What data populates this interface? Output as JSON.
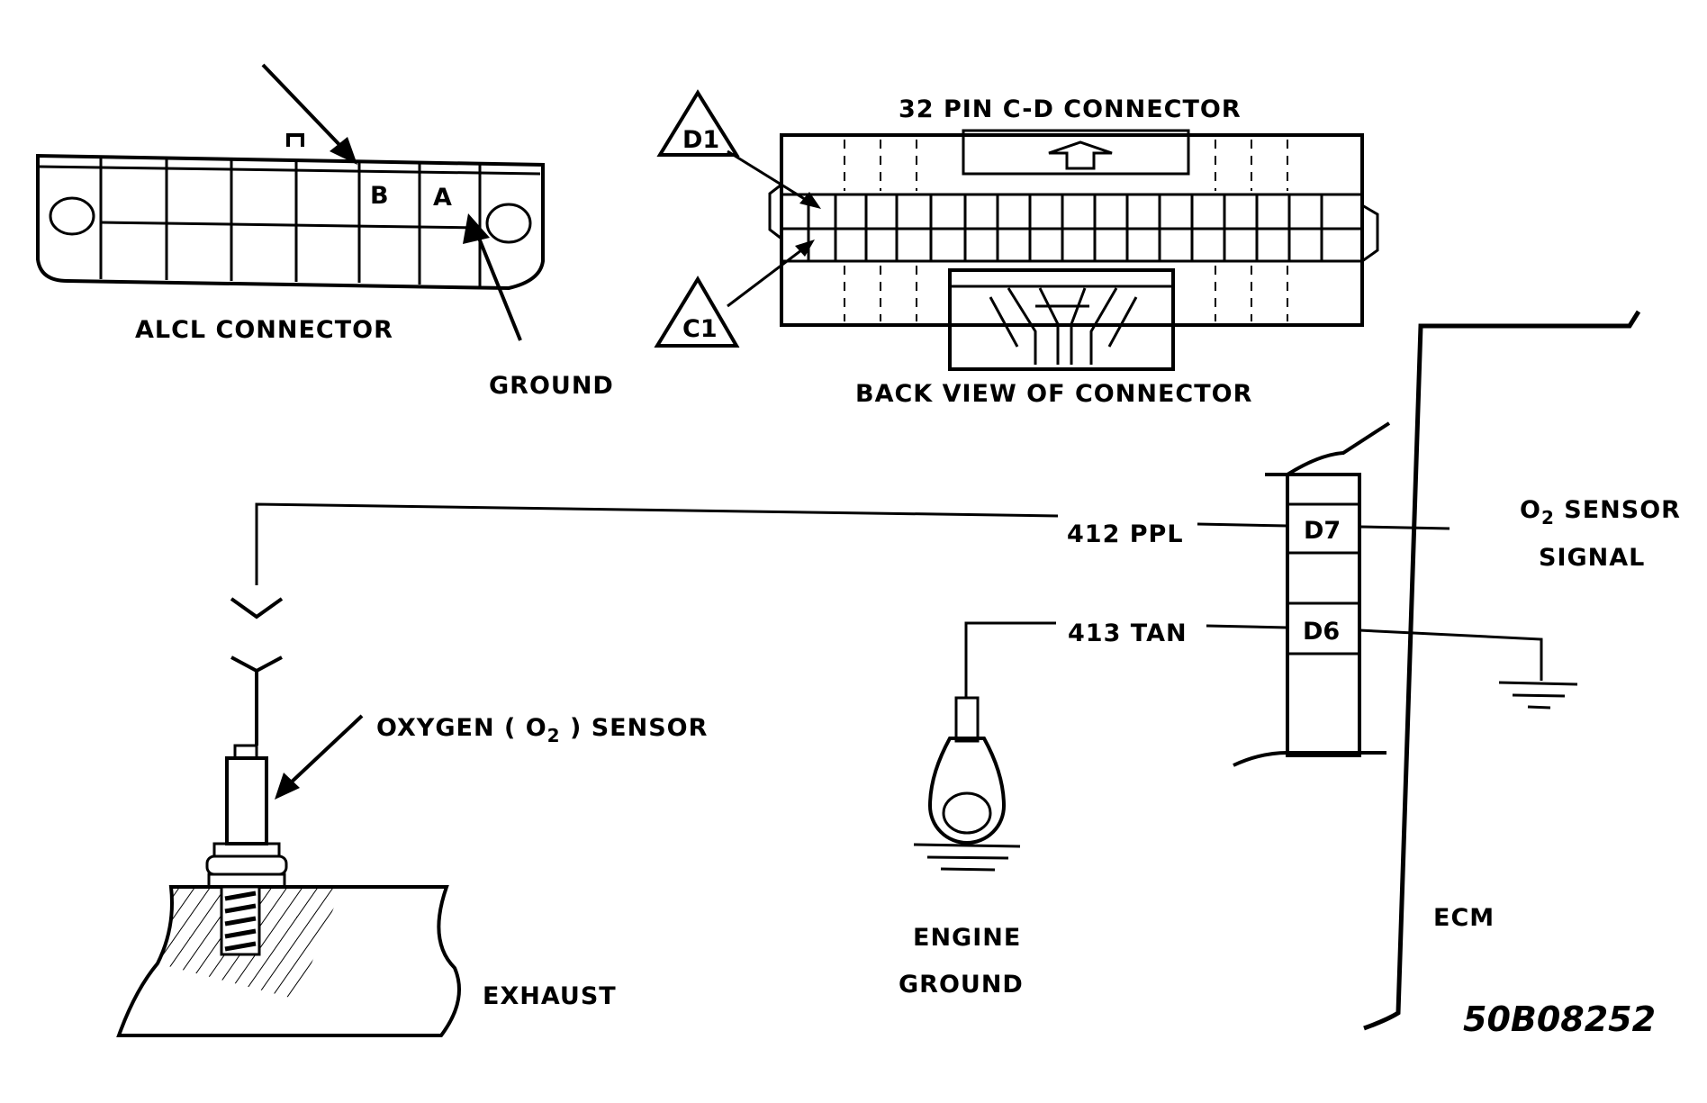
{
  "labels": {
    "alcl_connector": "ALCL CONNECTOR",
    "ground": "GROUND",
    "pin_b": "B",
    "pin_a": "A",
    "cd_connector": "32 PIN C-D CONNECTOR",
    "back_view": "BACK VIEW OF CONNECTOR",
    "d1": "D1",
    "c1": "C1",
    "wire_412": "412 PPL",
    "wire_413": "413 TAN",
    "pin_d7": "D7",
    "pin_d6": "D6",
    "o2_sensor_signal_line1_prefix": "O",
    "o2_sensor_signal_line1_sub": "2",
    "o2_sensor_signal_line1_suffix": " SENSOR",
    "o2_sensor_signal_line2": "SIGNAL",
    "oxygen_sensor_prefix": "OXYGEN ( O",
    "oxygen_sensor_sub": "2",
    "oxygen_sensor_suffix": " ) SENSOR",
    "exhaust": "EXHAUST",
    "engine_ground_line1": "ENGINE",
    "engine_ground_line2": "GROUND",
    "ecm": "ECM",
    "figure_code": "50B08252"
  }
}
